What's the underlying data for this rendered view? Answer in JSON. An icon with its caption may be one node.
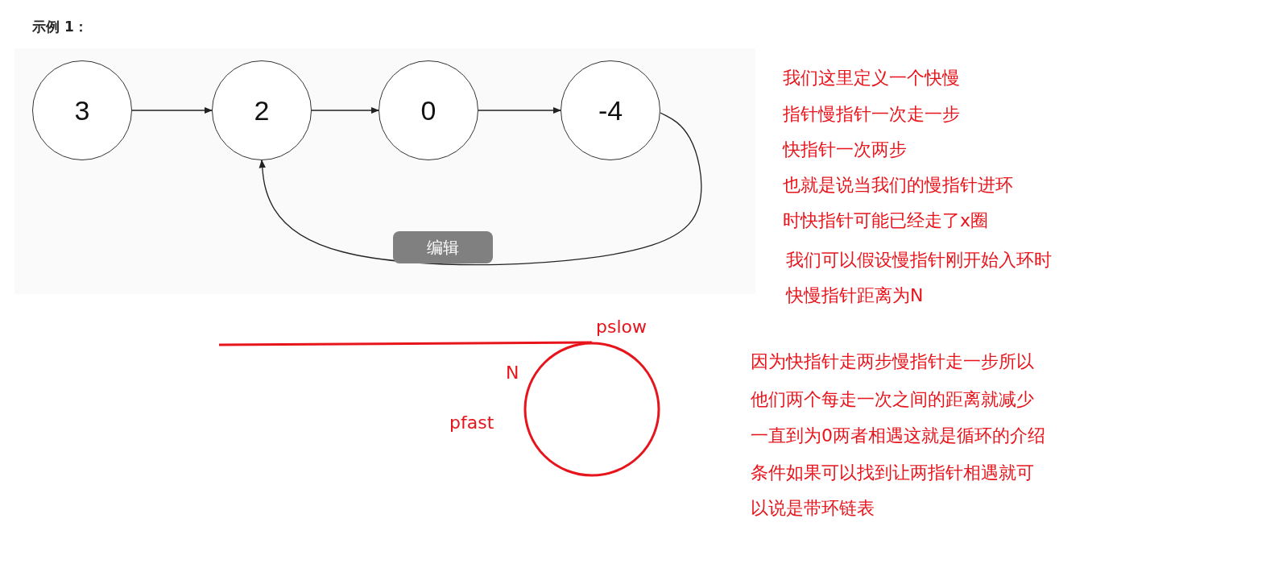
{
  "diagram": {
    "title": "示例 1：",
    "nodes": [
      {
        "text": [
          "3"
        ]
      },
      {
        "text": [
          "2"
        ]
      },
      {
        "text": [
          "0"
        ]
      },
      {
        "text": [
          "-4"
        ]
      }
    ],
    "edges": [
      {
        "from": 0,
        "to": 1,
        "arrow": "to"
      },
      {
        "from": 1,
        "to": 2,
        "arrow": "to"
      },
      {
        "from": 2,
        "to": 3,
        "arrow": "to"
      },
      {
        "from": 3,
        "to": 1,
        "arrow": "to"
      }
    ],
    "labels": [
      "编辑",
      "我们这里定义一个快慢",
      "指针慢指针一次走一步",
      "快指针一次两步",
      "也就是说当我们的慢指针进环",
      "时快指针可能已经走了x圈",
      "我们可以假设慢指针刚开始入环时",
      "快慢指针距离为N",
      "pslow",
      "N",
      "pfast",
      "因为快指针走两步慢指针走一步所以",
      "他们两个每走一次之间的距离就减少",
      "一直到为0两者相遇这就是循环的介绍",
      "条件如果可以找到让两指针相遇就可",
      "以说是带环链表"
    ]
  }
}
